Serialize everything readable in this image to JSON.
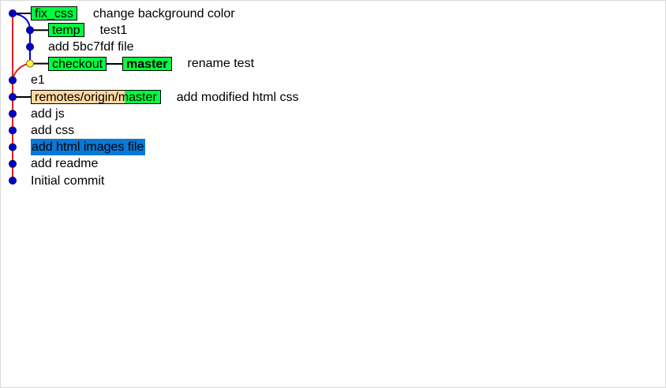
{
  "commits": [
    {
      "refs": [
        {
          "label": "fix_css",
          "kind": "local"
        }
      ],
      "message": "change background color",
      "lane": 0
    },
    {
      "refs": [
        {
          "label": "temp",
          "kind": "local"
        }
      ],
      "message": "test1",
      "lane": 1
    },
    {
      "refs": [],
      "message": "add 5bc7fdf file",
      "lane": 1
    },
    {
      "refs": [
        {
          "label": "checkout",
          "kind": "local"
        },
        {
          "label": "master",
          "kind": "head"
        }
      ],
      "message": "rename test",
      "lane": 1
    },
    {
      "refs": [],
      "message": "e1",
      "lane": 0
    },
    {
      "refs": [
        {
          "label": "remotes/origin/master",
          "kind": "remote"
        }
      ],
      "message": "add modified html css",
      "lane": 0
    },
    {
      "refs": [],
      "message": "add js",
      "lane": 0
    },
    {
      "refs": [],
      "message": "add css",
      "lane": 0
    },
    {
      "refs": [],
      "message": "add html images file",
      "lane": 0,
      "selected": true
    },
    {
      "refs": [],
      "message": "add readme",
      "lane": 0
    },
    {
      "refs": [],
      "message": "Initial commit",
      "lane": 0
    }
  ],
  "colors": {
    "branch_line_main": "#e02020",
    "branch_line_side": "#0000cc",
    "commit_dot": "#0000cc",
    "head_dot": "#ffff40",
    "ref_local": "#00ff40",
    "ref_remote": "#ffd9a1",
    "selection": "#0a78d4"
  }
}
